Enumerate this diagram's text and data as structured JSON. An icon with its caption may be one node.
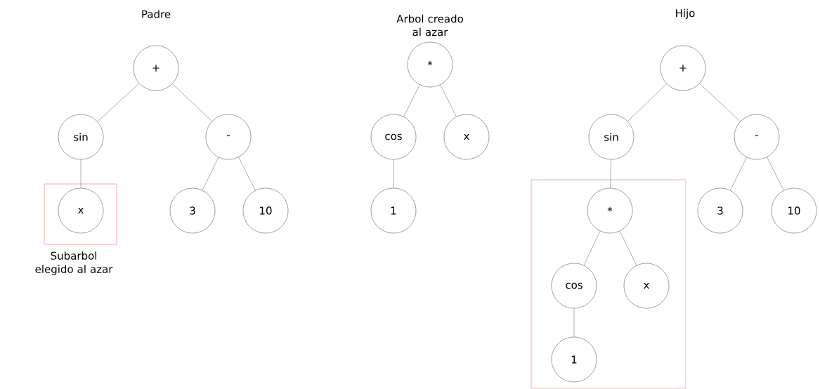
{
  "diagram": {
    "nodes": [
      {
        "text": [
          "+"
        ]
      },
      {
        "text": [
          "sin"
        ]
      },
      {
        "text": [
          "-"
        ]
      },
      {
        "text": [
          "Subarbol elegido al azar"
        ]
      },
      {
        "text": [
          "x"
        ],
        "in": 3
      },
      {
        "text": [
          "3"
        ]
      },
      {
        "text": [
          "10"
        ]
      },
      {
        "text": [
          "*"
        ]
      },
      {
        "text": [
          "cos"
        ]
      },
      {
        "text": [
          "x"
        ]
      },
      {
        "text": [
          "1"
        ]
      },
      {
        "text": [
          "+"
        ]
      },
      {
        "text": [
          "sin"
        ]
      },
      {
        "text": [
          "-"
        ]
      },
      {
        "text": [],
        "shape": "box"
      },
      {
        "text": [
          "*"
        ],
        "in": 14
      },
      {
        "text": [
          "3"
        ]
      },
      {
        "text": [
          "10"
        ]
      },
      {
        "text": [
          "cos"
        ],
        "in": 14
      },
      {
        "text": [
          "x"
        ],
        "in": 14
      },
      {
        "text": [
          "1"
        ],
        "in": 14
      }
    ],
    "edges": [
      {
        "from": 0,
        "to": 1,
        "arrow": "none"
      },
      {
        "from": 0,
        "to": 2,
        "arrow": "none"
      },
      {
        "from": 1,
        "to": 4,
        "arrow": "none"
      },
      {
        "from": 2,
        "to": 5,
        "arrow": "none"
      },
      {
        "from": 2,
        "to": 6,
        "arrow": "none"
      },
      {
        "from": 7,
        "to": 8,
        "arrow": "none"
      },
      {
        "from": 7,
        "to": 9,
        "arrow": "none"
      },
      {
        "from": 8,
        "to": 10,
        "arrow": "none"
      },
      {
        "from": 11,
        "to": 12,
        "arrow": "none"
      },
      {
        "from": 11,
        "to": 13,
        "arrow": "none"
      },
      {
        "from": 12,
        "to": 15,
        "arrow": "none"
      },
      {
        "from": 13,
        "to": 16,
        "arrow": "none"
      },
      {
        "from": 13,
        "to": 17,
        "arrow": "none"
      },
      {
        "from": 15,
        "to": 18,
        "arrow": "none"
      },
      {
        "from": 15,
        "to": 19,
        "arrow": "none"
      },
      {
        "from": 18,
        "to": 20,
        "arrow": "none"
      }
    ],
    "labels": [
      "Padre",
      "Arbol creado al azar",
      "Hijo"
    ]
  }
}
